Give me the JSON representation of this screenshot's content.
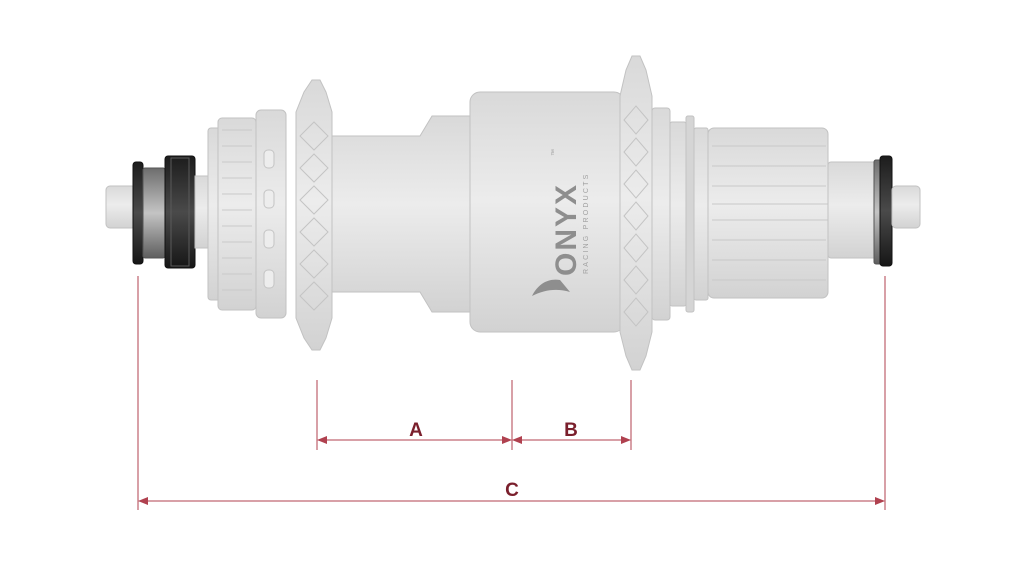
{
  "brand": {
    "name": "ONYX",
    "tagline": "RACING PRODUCTS",
    "mark": "™"
  },
  "dimensions": {
    "a_label": "A",
    "b_label": "B",
    "c_label": "C"
  },
  "colors": {
    "dimension_line": "#b0414f",
    "dimension_text": "#7a1f2c",
    "hub_body": "#e2e2e2",
    "hub_outline": "#c6c6c6",
    "seal_dark": "#2a2a2a",
    "bearing_steel": "#9a9a9a",
    "logo": "#8e8e8e"
  }
}
